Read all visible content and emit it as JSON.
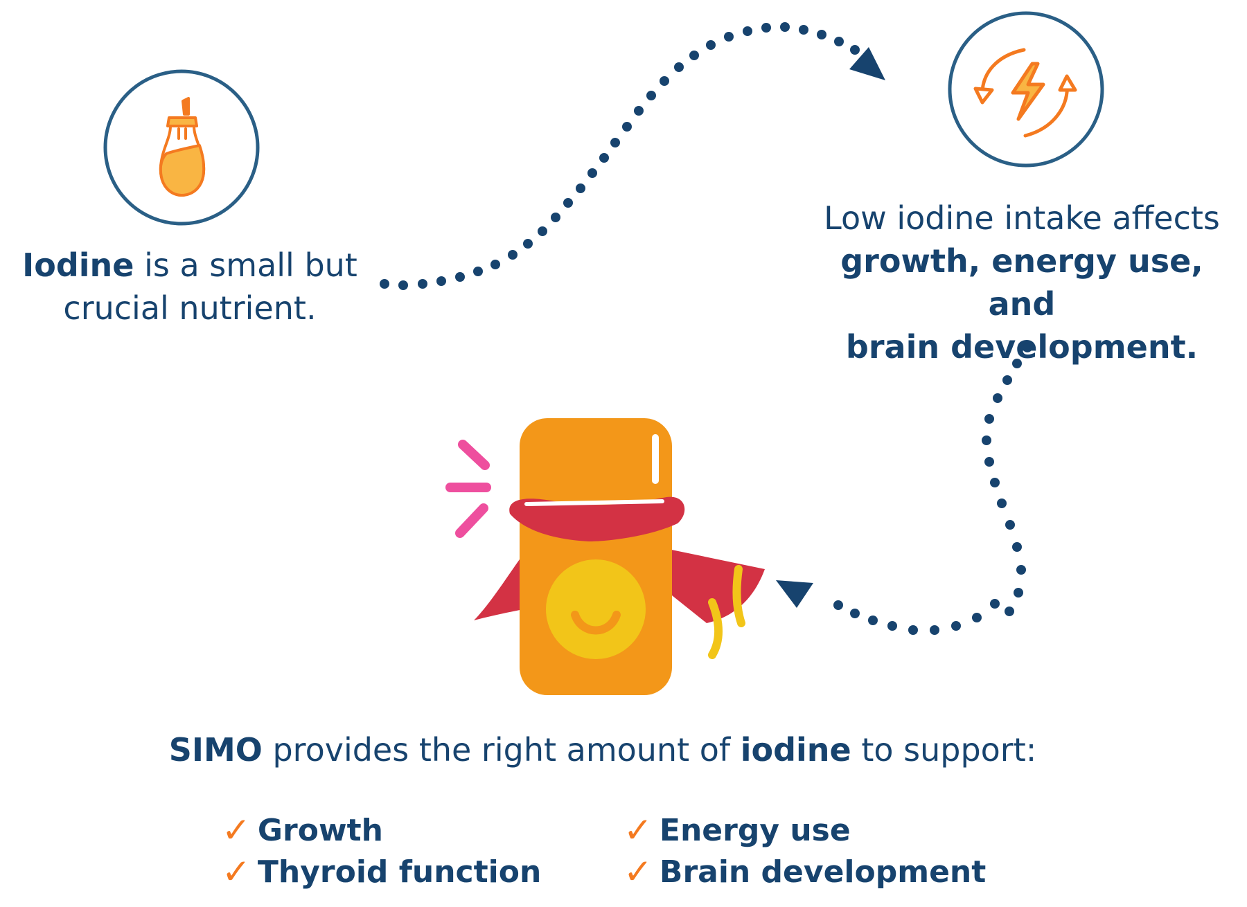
{
  "step1": {
    "bold": "Iodine",
    "rest_line1": " is a small but",
    "line2": "crucial nutrient.",
    "icon": "sugar-dispenser-icon"
  },
  "step2": {
    "line1": "Low iodine intake affects",
    "bold_line2": "growth, energy use, and",
    "bold_line3": "brain development.",
    "icon": "energy-cycle-icon"
  },
  "step3": {
    "brand": "SIMO",
    "text1": " provides the right amount of ",
    "bold_word": "iodine",
    "text2": " to support:",
    "mascot": "superhero-capsule-mascot"
  },
  "benefits": [
    {
      "check": "✓",
      "label": "Growth"
    },
    {
      "check": "✓",
      "label": "Energy use"
    },
    {
      "check": "✓",
      "label": "Thyroid function"
    },
    {
      "check": "✓",
      "label": "Brain development"
    }
  ],
  "colors": {
    "navy": "#17436e",
    "orange": "#f47a20",
    "capsule": "#f39719",
    "cape": "#d33244",
    "yellow": "#f2c519",
    "pink": "#ee4f9e"
  }
}
